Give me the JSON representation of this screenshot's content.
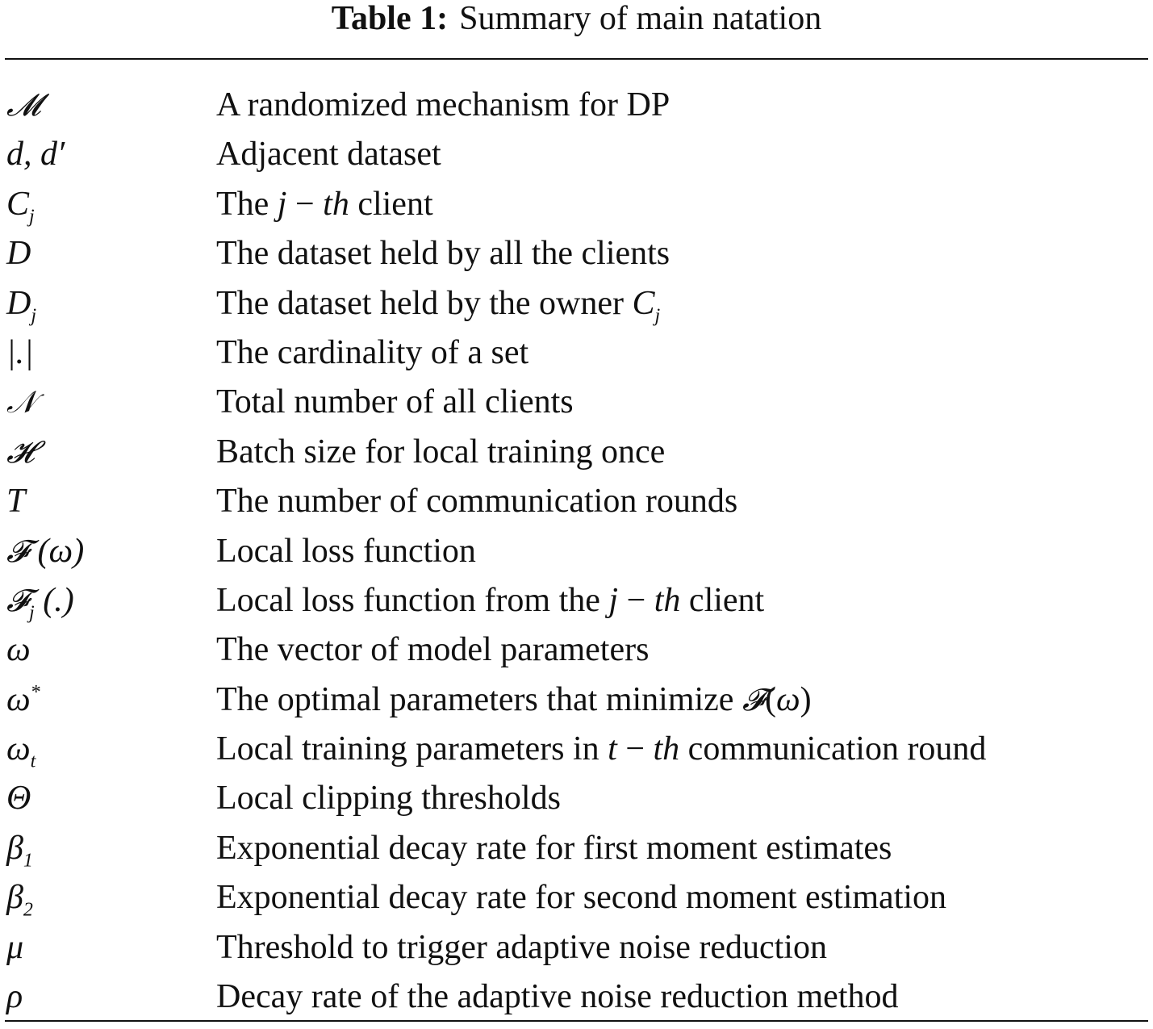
{
  "caption": {
    "label": "Table 1:",
    "title": "Summary of main natation"
  },
  "rows": [
    {
      "symbol": "𝓜",
      "description": "A randomized mechanism for DP"
    },
    {
      "symbol": "d, d′",
      "description": "Adjacent dataset"
    },
    {
      "symbol": "Cj",
      "description": "The j − th client"
    },
    {
      "symbol": "D",
      "description": "The dataset held by all the clients"
    },
    {
      "symbol": "Dj",
      "description": "The dataset held by the owner Cj"
    },
    {
      "symbol": "|.|",
      "description": "The cardinality of a set"
    },
    {
      "symbol": "𝒩",
      "description": "Total number of all clients"
    },
    {
      "symbol": "𝓗",
      "description": "Batch size for local training once"
    },
    {
      "symbol": "T",
      "description": "The number of communication rounds"
    },
    {
      "symbol": "𝓕 (ω)",
      "description": "Local loss function"
    },
    {
      "symbol": "𝓕j (.)",
      "description": "Local loss function from the j − th client"
    },
    {
      "symbol": "ω",
      "description": "The vector of model parameters"
    },
    {
      "symbol": "ω*",
      "description": "The optimal parameters that minimize 𝓕(ω)"
    },
    {
      "symbol": "ωt",
      "description": "Local training parameters in t − th communication round"
    },
    {
      "symbol": "Θ",
      "description": "Local clipping thresholds"
    },
    {
      "symbol": "β1",
      "description": "Exponential decay rate for first moment estimates"
    },
    {
      "symbol": "β2",
      "description": "Exponential decay rate for second moment estimation"
    },
    {
      "symbol": "μ",
      "description": "Threshold to trigger adaptive noise reduction"
    },
    {
      "symbol": "ρ",
      "description": "Decay rate of the adaptive noise reduction method"
    }
  ]
}
